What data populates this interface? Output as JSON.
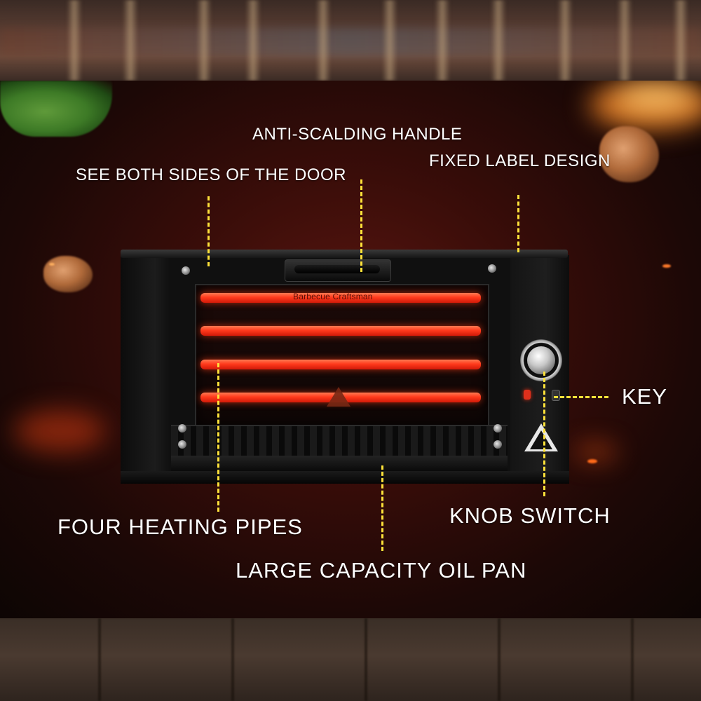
{
  "image": {
    "brand_on_window": "Barbecue Craftsman",
    "callouts": {
      "anti_scalding_handle": "ANTI-SCALDING HANDLE",
      "see_both_sides": "SEE BOTH SIDES OF THE DOOR",
      "fixed_label_design": "FIXED LABEL DESIGN",
      "key": "KEY",
      "knob_switch": "KNOB SWITCH",
      "four_heating_pipes": "FOUR HEATING PIPES",
      "large_capacity_oil_pan": "LARGE CAPACITY OIL PAN"
    },
    "colors": {
      "callout_line": "#ffe23a",
      "heating_pipe": "#ff3a1c",
      "background": "#3a0d09",
      "oven_body": "#101010"
    },
    "icons": [
      "hot-surface-warning-icon",
      "knob-icon",
      "power-key-icon"
    ]
  }
}
